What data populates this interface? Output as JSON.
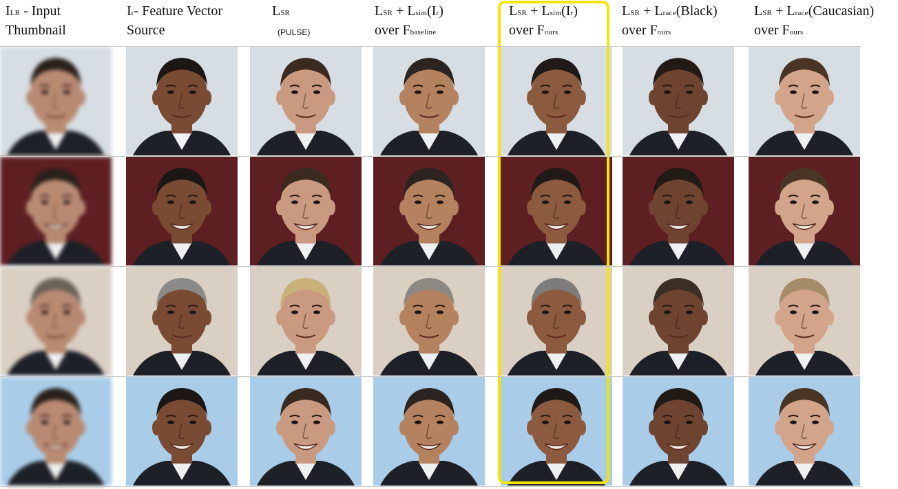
{
  "headers": [
    {
      "main": "I",
      "sub": "LR",
      "rest": " - Input",
      "line2": "Thumbnail"
    },
    {
      "main": "I",
      "sub": "r",
      "rest": "- Feature Vector",
      "line2": "Source"
    },
    {
      "main": "L",
      "sub": "SR",
      "rest": "",
      "line2": "(PULSE)"
    },
    {
      "main": "L",
      "sub": "SR",
      "rest": " + L",
      "sub2": "sim",
      "rest2": "(I",
      "sub3": "r",
      "rest3": ")",
      "line2a": "over F",
      "line2sub": "baseline"
    },
    {
      "main": "L",
      "sub": "SR",
      "rest": " + L",
      "sub2": "sim",
      "rest2": "(I",
      "sub3": "r",
      "rest3": ")",
      "line2a": "over F",
      "line2sub": "ours"
    },
    {
      "main": "L",
      "sub": "SR",
      "rest": " + L",
      "sub2": "race",
      "rest2": "(Black)",
      "line2a": "over F",
      "line2sub": "ours"
    },
    {
      "main": "L",
      "sub": "SR",
      "rest": " + L",
      "sub2": "race",
      "rest2": "(Caucasian)",
      "line2a": "over F",
      "line2sub": "ours"
    }
  ],
  "grid": {
    "row_backgrounds": [
      "#d6dde3",
      "#5e1f22",
      "#d9cfc3",
      "#a9cde8"
    ],
    "column_tones": [
      "#b98a72",
      "#7a4b33",
      "#c99a80",
      "#b5825f",
      "#8c5a3e",
      "#6e4430",
      "#d2a48a"
    ],
    "hair_tones": [
      "#2a211c",
      "#1c1714",
      "#3a2a20",
      "#2b2420",
      "#1f1a17",
      "#221a15",
      "#4a3424"
    ],
    "row3_hair": [
      "#6b6258",
      "#8a8a88",
      "#c9b27a",
      "#8c8882",
      "#7d7c7a",
      "#3b2e25",
      "#a58b67"
    ]
  },
  "highlight_color": "#f2e600"
}
